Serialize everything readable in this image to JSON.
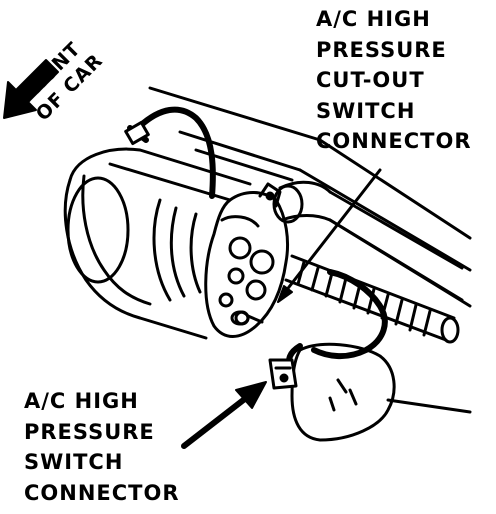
{
  "labels": {
    "front_of_car": [
      "FRONT",
      "OF CAR"
    ],
    "high_pressure_cutout": [
      "A/C HIGH",
      "PRESSURE",
      "CUT-OUT",
      "SWITCH",
      "CONNECTOR"
    ],
    "high_pressure_switch": [
      "A/C HIGH",
      "PRESSURE",
      "SWITCH",
      "CONNECTOR"
    ]
  },
  "colors": {
    "ink": "#000000",
    "paper": "#ffffff"
  },
  "icons": {
    "direction": "arrow-down-left-icon",
    "pointer": "pointer-arrow-icon"
  }
}
